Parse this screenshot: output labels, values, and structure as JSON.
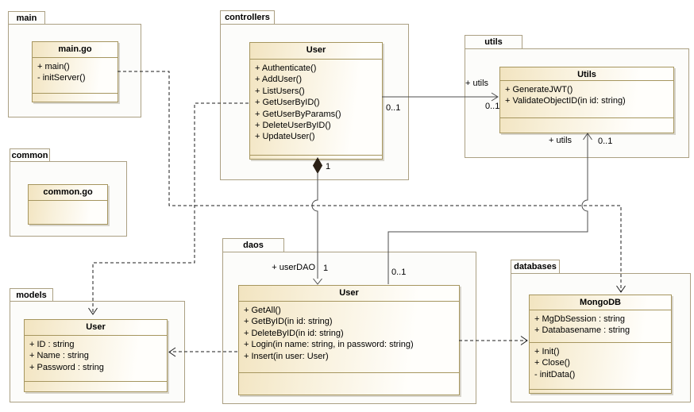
{
  "diagram_kind": "uml-package-class-diagram",
  "packages": {
    "main": {
      "tab": "main",
      "cls": {
        "title": "main.go",
        "members": [
          "+ main()",
          "- initServer()"
        ]
      }
    },
    "controllers": {
      "tab": "controllers",
      "cls": {
        "title": "User",
        "members": [
          "+ Authenticate()",
          "+ AddUser()",
          "+ ListUsers()",
          "+ GetUserByID()",
          "+ GetUserByParams()",
          "+ DeleteUserByID()",
          "+ UpdateUser()"
        ]
      }
    },
    "utils": {
      "tab": "utils",
      "cls": {
        "title": "Utils",
        "members": [
          "+ GenerateJWT()",
          "+ ValidateObjectID(in id: string)"
        ]
      }
    },
    "common": {
      "tab": "common",
      "cls": {
        "title": "common.go",
        "members": []
      }
    },
    "daos": {
      "tab": "daos",
      "cls": {
        "title": "User",
        "members": [
          "+ GetAll()",
          "+ GetByID(in id: string)",
          "+ DeleteByID(in id: string)",
          "+ Login(in name: string, in password: string)",
          "+ Insert(in user: User)"
        ]
      }
    },
    "models": {
      "tab": "models",
      "cls": {
        "title": "User",
        "members": [
          "+ ID : string",
          "+ Name : string",
          "+ Password : string"
        ]
      }
    },
    "databases": {
      "tab": "databases",
      "cls": {
        "title": "MongoDB",
        "attrs": [
          "+ MgDbSession : string",
          "+ Databasename : string"
        ],
        "methods": [
          "+ Init()",
          "+ Close()",
          "- initData()"
        ]
      }
    }
  },
  "edges": {
    "controllers_to_utils": {
      "type": "association",
      "source_mult": "0..1",
      "target_role": "+ utils",
      "target_mult": "0..1"
    },
    "controllers_to_daos": {
      "type": "composition",
      "source_mult": "1",
      "target_role": "+ userDAO",
      "target_mult": "1"
    },
    "daos_to_utils": {
      "type": "association",
      "source_mult": "0..1",
      "target_role": "+ utils",
      "target_mult": "0..1"
    },
    "main_to_databases": {
      "type": "dependency"
    },
    "controllers_to_models": {
      "type": "dependency"
    },
    "daos_to_models": {
      "type": "dependency"
    },
    "daos_to_databases": {
      "type": "dependency"
    }
  },
  "colors": {
    "class_border": "#a6965f",
    "class_fill": "#f2e4c0",
    "package_border": "#aba083",
    "association_line": "#4c4c4c",
    "dependency_line": "#1e1e1e"
  }
}
